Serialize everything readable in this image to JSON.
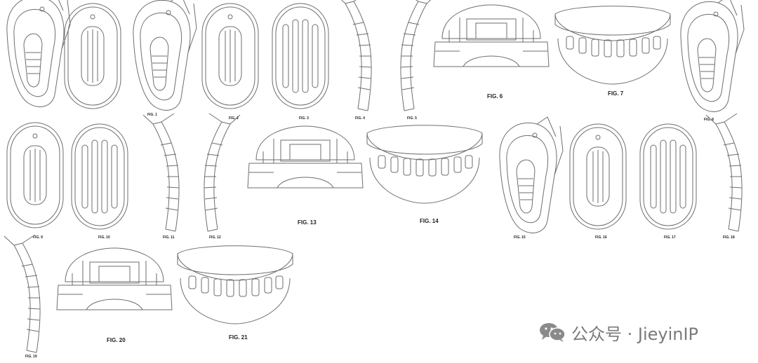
{
  "figures": {
    "fig1": "FIG. 1",
    "fig2": "FIG. 2",
    "fig3": "FIG. 3",
    "fig4": "FIG. 4",
    "fig5": "FIG. 5",
    "fig6": "FIG. 6",
    "fig7": "FIG. 7",
    "fig8": "FIG. 8",
    "fig9": "FIG. 9",
    "fig10": "FIG. 10",
    "fig11": "FIG. 11",
    "fig12": "FIG. 12",
    "fig13": "FIG. 13",
    "fig14": "FIG. 14",
    "fig15": "FIG. 15",
    "fig16": "FIG. 16",
    "fig17": "FIG. 17",
    "fig18": "FIG. 18",
    "fig19": "FIG. 19",
    "fig20": "FIG. 20",
    "fig21": "FIG. 21"
  },
  "watermark": {
    "text": "公众号 · JieyinIP",
    "icon": "wechat-icon"
  },
  "colors": {
    "line": "#6e6e6e",
    "watermark": "#7a7a7a"
  }
}
